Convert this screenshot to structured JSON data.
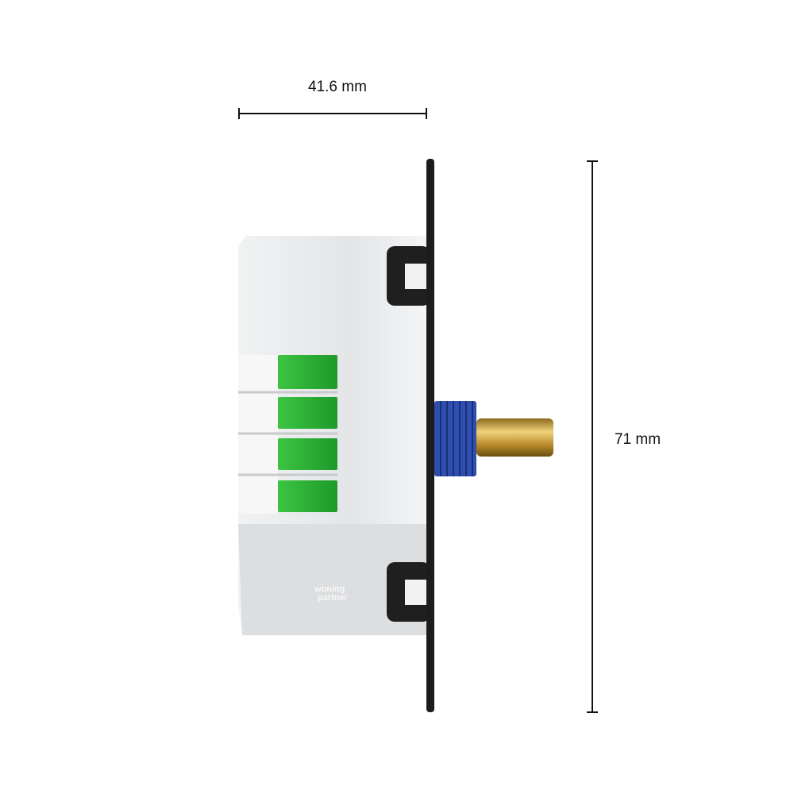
{
  "dimensions": {
    "depth_label": "41.6 mm",
    "height_label": "71 mm"
  },
  "logo": {
    "line1": "woning",
    "line2": "partner"
  },
  "colors": {
    "body": "#e6e8ea",
    "plate": "#1c1c1c",
    "terminals": "#2fb53a",
    "knob": "#2f4fb0",
    "shaft": "#c9a03a"
  },
  "terminal_count": 4
}
